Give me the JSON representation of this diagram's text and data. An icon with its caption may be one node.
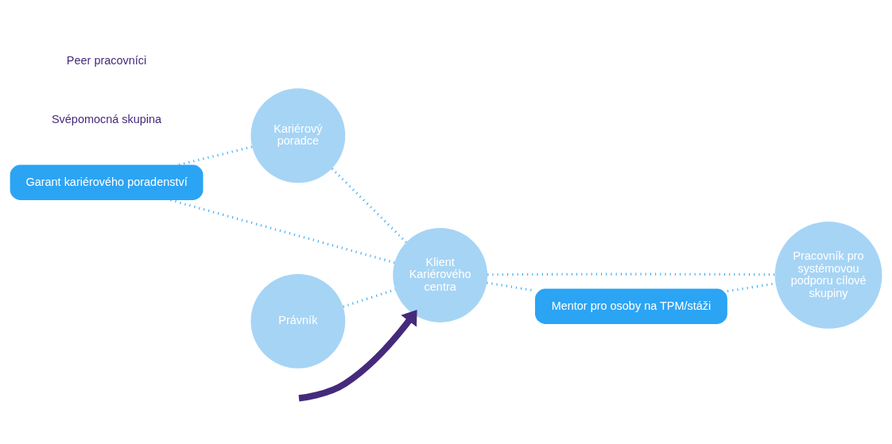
{
  "diagram": {
    "nodes": [
      {
        "text": [
          "Garant kariérového poradenství"
        ]
      },
      {
        "text": [
          "Kariérový poradce"
        ]
      },
      {
        "text": [
          "Právník"
        ]
      },
      {
        "text": [
          "Klient Kariérového centra"
        ]
      },
      {
        "text": [
          "Pracovník pro systémovou podporu cílové skupiny"
        ]
      },
      {
        "text": [
          "Mentor pro osoby na TPM/stáži"
        ]
      }
    ],
    "edges": [
      {
        "from": 0,
        "to": 1,
        "arrow": "none",
        "style": "dashed"
      },
      {
        "from": 0,
        "to": 3,
        "arrow": "none",
        "style": "dashed"
      },
      {
        "from": 1,
        "to": 3,
        "arrow": "none",
        "style": "dashed"
      },
      {
        "from": 2,
        "to": 3,
        "arrow": "none",
        "style": "dashed"
      },
      {
        "from": 3,
        "to": 4,
        "arrow": "none",
        "style": "dashed"
      },
      {
        "from": 3,
        "to": 5,
        "arrow": "none",
        "style": "dashed"
      },
      {
        "from": 5,
        "to": 4,
        "arrow": "none",
        "style": "dashed"
      },
      {
        "from": null,
        "to": 3,
        "arrow": "to",
        "style": "thick",
        "color": "#452a7c"
      }
    ],
    "labels": [
      "Svépomocná skupina",
      "Peer pracovníci"
    ]
  }
}
